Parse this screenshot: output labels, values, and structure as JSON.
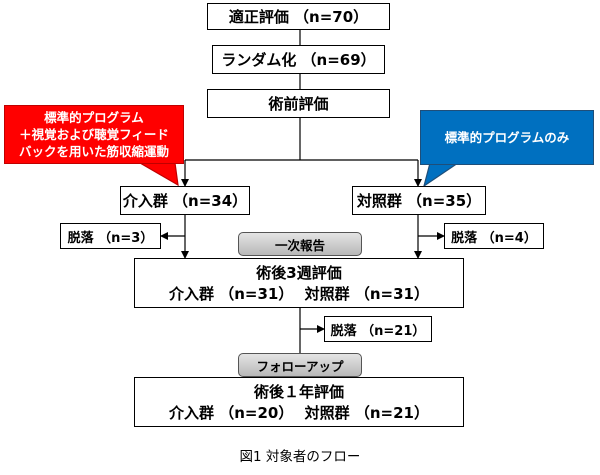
{
  "boxes": {
    "eligibility": "適正評価 （n=70）",
    "randomization": "ランダム化 （n=69）",
    "preop": "術前評価",
    "intervention": "介入群 （n=34）",
    "control": "対照群 （n=35）",
    "dropout1": "脱落 （n=3）",
    "dropout2": "脱落 （n=4）",
    "week3_title": "術後3週評価",
    "week3_intervention": "介入群 （n=31）",
    "week3_control": "対照群 （n=31）",
    "dropout3": "脱落 （n=21）",
    "year1_title": "術後１年評価",
    "year1_intervention": "介入群 （n=20）",
    "year1_control": "対照群 （n=21）"
  },
  "labels": {
    "first_report": "一次報告",
    "followup": "フォローアップ"
  },
  "callouts": {
    "intervention_lines": [
      "標準的プログラム",
      "＋視覚および聴覚フィード",
      "バックを用いた筋収縮運動"
    ],
    "control": "標準的プログラムのみ"
  },
  "caption": "図1 対象者のフロー",
  "colors": {
    "red_callout": "#ff0000",
    "blue_callout": "#0070c0",
    "pill_gray": "#c8c8c8"
  }
}
